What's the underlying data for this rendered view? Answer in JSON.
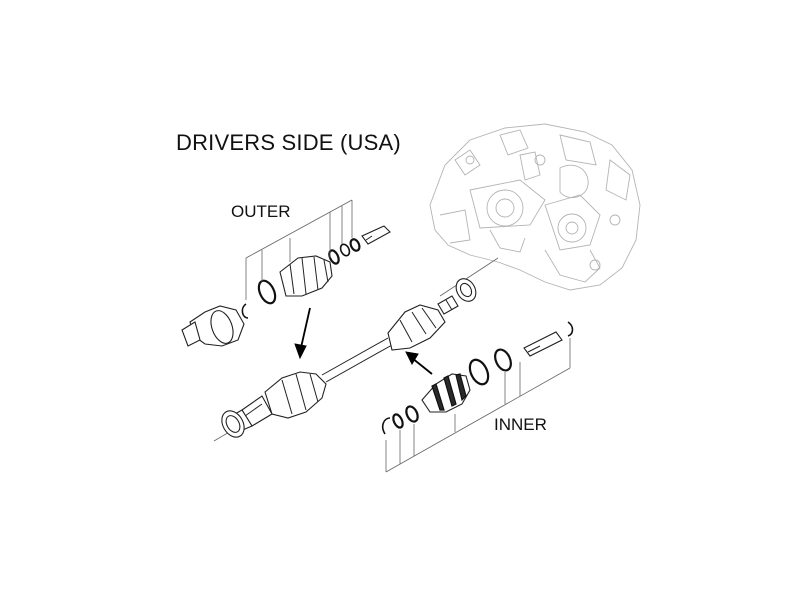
{
  "diagram": {
    "title": "DRIVERS SIDE (USA)",
    "labels": {
      "outer": "OUTER",
      "inner": "INNER"
    },
    "colors": {
      "line": "#222222",
      "background": "#ffffff",
      "engine_block": "#b4b4b4"
    }
  }
}
